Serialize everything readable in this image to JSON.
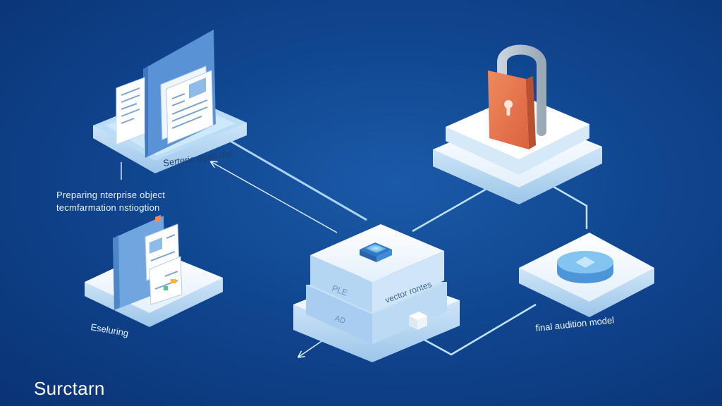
{
  "nodes": {
    "documents": {
      "label": "Serteric ogan det"
    },
    "storage": {
      "label_left": "PLE",
      "label_right": "vector rontes",
      "label_bottom": "AD"
    },
    "evaluation": {
      "label": "Eseluring"
    },
    "model": {
      "label": "final audition model"
    }
  },
  "captions": {
    "line1": "Preparing nterprise object",
    "line2": "tecmfarmation nstiogtion"
  },
  "brand": "Surctarn",
  "colors": {
    "background": "#104690",
    "platform": "#f4f9ff",
    "platform_side": "#b7d7f3",
    "lock_body": "#e8774e",
    "accent": "#6fb6ea"
  }
}
